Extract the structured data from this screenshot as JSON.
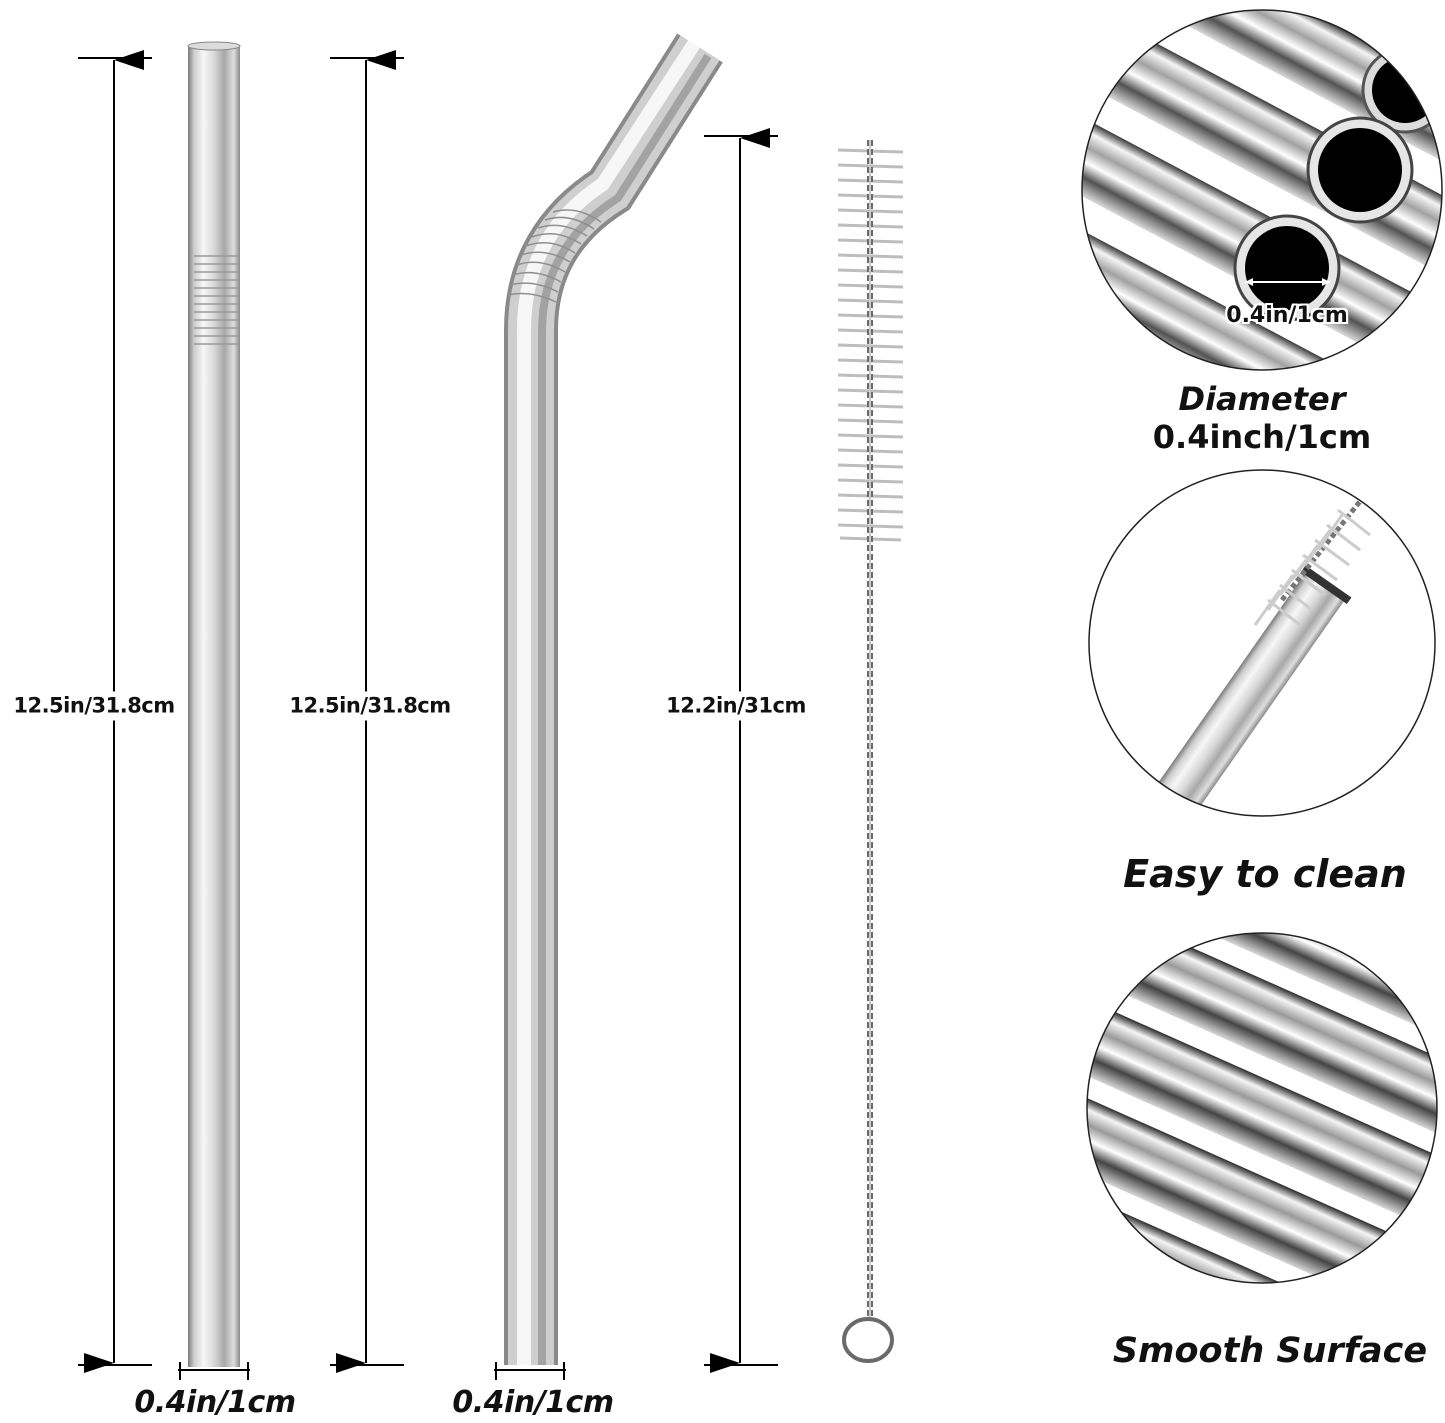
{
  "dimensions": {
    "straight_straw_1_length": "12.5in/31.8cm",
    "straight_straw_2_length": "12.5in/31.8cm",
    "bent_straw_length": "12.2in/31cm",
    "straw_1_width": "0.4in/1cm",
    "straw_2_width": "0.4in/1cm"
  },
  "features": {
    "diameter_inset_label": "0.4in/1cm",
    "diameter_title": "Diameter",
    "diameter_value": "0.4inch/1cm",
    "clean_title": "Easy to clean",
    "smooth_title": "Smooth Surface"
  },
  "colors": {
    "text": "#111111",
    "metal_light": "#f2f2f2",
    "metal_mid": "#b9b9b9",
    "metal_dark": "#3a3a3a",
    "background": "#ffffff"
  },
  "icons": [
    "dimension-arrow-icon",
    "cleaning-brush-icon",
    "straw-end-icon"
  ]
}
